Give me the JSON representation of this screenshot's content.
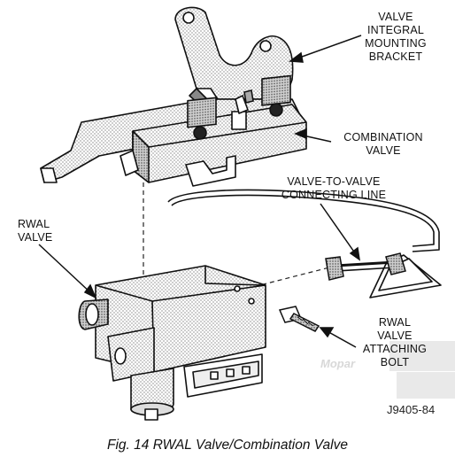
{
  "callouts": {
    "bracket": "VALVE\nINTEGRAL\nMOUNTING\nBRACKET",
    "combination_valve": "COMBINATION\nVALVE",
    "connecting_line": "VALVE-TO-VALVE\nCONNECTING LINE",
    "rwal_valve": "RWAL\nVALVE",
    "attaching_bolt": "RWAL\nVALVE\nATTACHING\nBOLT"
  },
  "figure_code": "J9405-84",
  "caption": "Fig. 14 RWAL Valve/Combination Valve",
  "watermark": "Mopar"
}
